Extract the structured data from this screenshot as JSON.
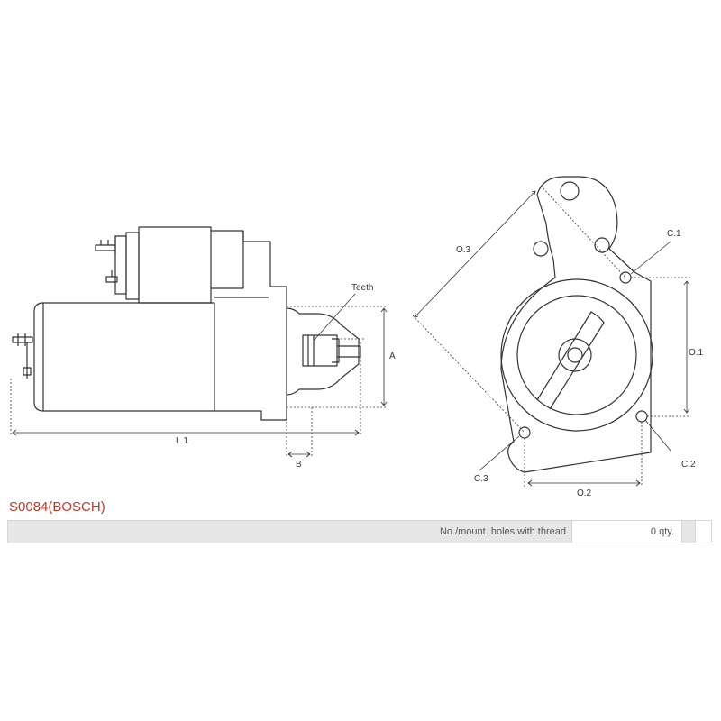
{
  "part": {
    "title": "S0084(BOSCH)"
  },
  "diagram": {
    "labels": {
      "teeth": "Teeth",
      "a": "A",
      "b": "B",
      "l1": "L.1",
      "o3": "O.3",
      "o1": "O.1",
      "o2": "O.2",
      "c1": "C.1",
      "c2": "C.2",
      "c3": "C.3"
    },
    "colors": {
      "outline": "#333333",
      "title": "#c0392b"
    }
  },
  "specs": {
    "rows": [
      {
        "label": "No./mount. holes with thread",
        "value": "0 qty."
      }
    ]
  }
}
